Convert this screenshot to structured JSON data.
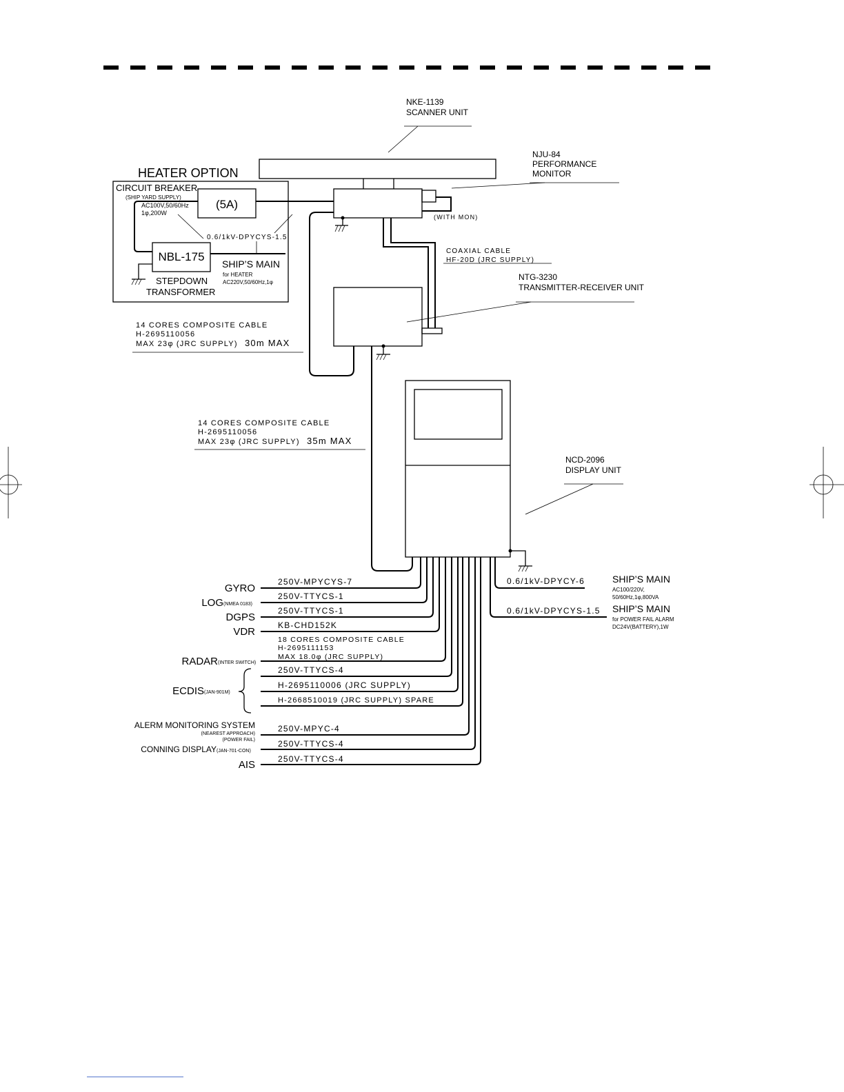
{
  "scanner": {
    "model": "NKE-1139",
    "name": "SCANNER UNIT"
  },
  "monitor": {
    "model": "NJU-84",
    "line1": "PERFORMANCE",
    "line2": "MONITOR",
    "with_mon": "(WITH MON)"
  },
  "heater": {
    "title": "HEATER  OPTION",
    "breaker": "CIRCUIT BREAKER",
    "breaker_note": "(SHIP YARD SUPPLY)",
    "ac_spec": "AC100V,50/60Hz",
    "power_spec": "1φ,200W",
    "fuse": "(5A)",
    "cable": "0.6/1kV-DPYCYS-1.5",
    "transformer": "NBL-175",
    "stepdown1": "STEPDOWN",
    "stepdown2": "TRANSFORMER",
    "ships_main": "SHIP’S MAIN",
    "for_heater": "for HEATER",
    "heater_ac": "AC220V,50/60Hz,1φ"
  },
  "coax": {
    "line1": "COAXIAL CABLE",
    "line2": "HF-20D (JRC SUPPLY)"
  },
  "transceiver": {
    "model": "NTG-3230",
    "name": "TRANSMITTER-RECEIVER UNIT"
  },
  "cable_upper": {
    "line1": "14 CORES COMPOSITE CABLE",
    "line2": "H-2695110056",
    "line3": "MAX 23φ (JRC SUPPLY)",
    "len": "30m MAX"
  },
  "cable_lower": {
    "line1": "14 CORES COMPOSITE CABLE",
    "line2": "H-2695110056",
    "line3": "MAX 23φ (JRC SUPPLY)",
    "len": "35m MAX"
  },
  "display": {
    "model": "NCD-2096",
    "name": "DISPLAY UNIT"
  },
  "main_power": {
    "cable1": "0.6/1kV-DPYCY-6",
    "label1": "SHIP’S MAIN",
    "spec1a": "AC100/220V,",
    "spec1b": "50/60Hz,1φ,800VA",
    "cable2": "0.6/1kV-DPYCYS-1.5",
    "label2": "SHIP’S MAIN",
    "spec2a": "for POWER FAIL ALARM",
    "spec2b": "DC24V(BATTERY),1W"
  },
  "left": {
    "gyro": "GYRO",
    "log": "LOG",
    "log_note": "(NMEA 0183)",
    "dgps": "DGPS",
    "vdr": "VDR",
    "radar": "RADAR",
    "radar_note": "(INTER SWITCH)",
    "ecdis": "ECDIS",
    "ecdis_note": "(JAN-901M)",
    "alarm": "ALERM MONITORING SYSTEM",
    "alarm_note1": "(NEAREST APPROACH)",
    "alarm_note2": "(POWER FAIL)",
    "conning": "CONNING DISPLAY",
    "conning_note": "(JAN-701-CON)",
    "ais": "AIS"
  },
  "cables": {
    "gyro": "250V-MPYCYS-7",
    "log": "250V-TTYCS-1",
    "dgps": "250V-TTYCS-1",
    "vdr": "KB-CHD152K",
    "radar1": "18 CORES COMPOSITE CABLE",
    "radar2": "H-2695111153",
    "radar3": "MAX 18.0φ (JRC SUPPLY)",
    "ecdis1": "250V-TTYCS-4",
    "ecdis2": "H-2695110006 (JRC SUPPLY)",
    "ecdis3": "H-2668510019 (JRC SUPPLY) SPARE",
    "alarm": "250V-MPYC-4",
    "conning": "250V-TTYCS-4",
    "ais": "250V-TTYCS-4"
  }
}
